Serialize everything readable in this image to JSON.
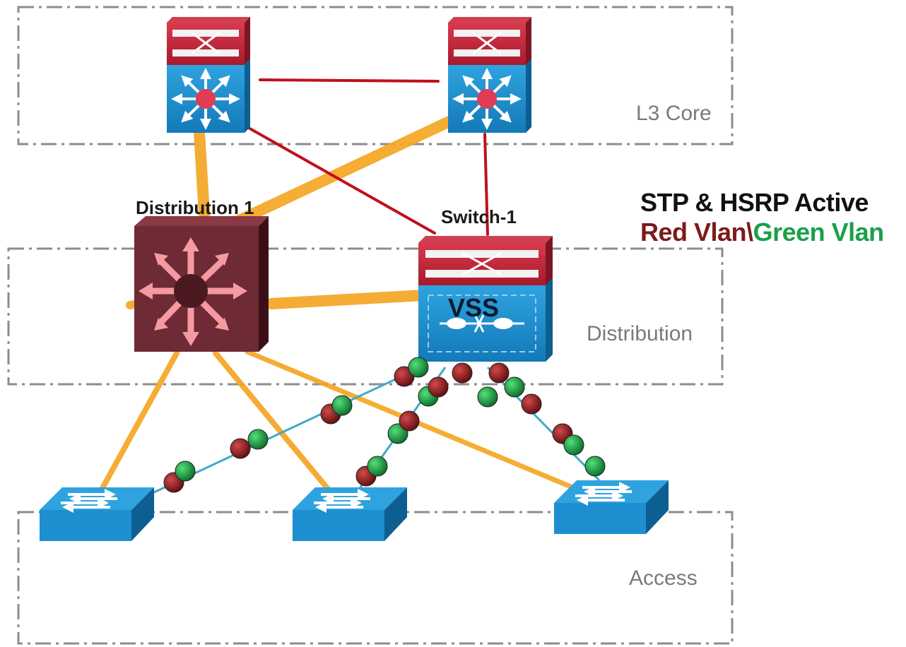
{
  "zones": {
    "core": "L3 Core",
    "distribution": "Distribution",
    "access": "Access"
  },
  "devices": {
    "distribution1": "Distribution 1",
    "switch1": "Switch-1",
    "vss": "VSS"
  },
  "legend": {
    "title": "STP & HSRP Active",
    "red_vlan": "Red Vlan",
    "separator": "\\",
    "green_vlan": "Green Vlan"
  },
  "colors": {
    "red_vlan": "#7d1a1a",
    "green_vlan": "#1aa04a",
    "orange_link": "#f5a623",
    "red_link": "#c0101a",
    "teal_link": "#3fa9c9",
    "switch_blue": "#1d8fd0",
    "switch_red": "#c8243a",
    "distribution_brown": "#6e2a35"
  },
  "icons": [
    "core-switch-icon",
    "distribution-switch-icon",
    "vss-switch-icon",
    "access-switch-icon"
  ]
}
